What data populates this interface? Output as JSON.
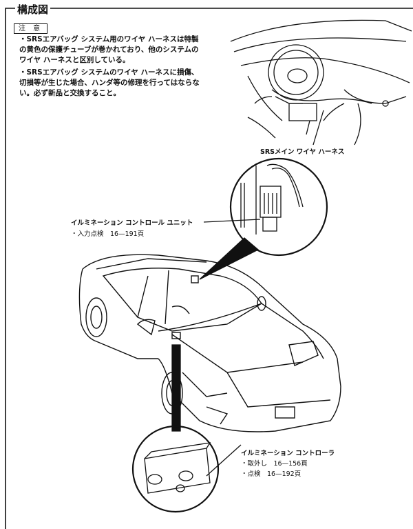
{
  "section_title": "構成図",
  "caution_label": "注 意",
  "notes": [
    "・SRSエアバッグ システム用のワイヤ ハーネスは特製の黄色の保護チューブが巻かれており、他のシステムのワイヤ ハーネスと区別している。",
    "・SRSエアバッグ システムのワイヤ ハーネスに損傷、切損等が生じた場合、ハンダ等の修理を行ってはならない。必ず新品と交換すること。"
  ],
  "callouts": {
    "harness": "SRSメイン ワイヤ ハーネス",
    "unit": {
      "name": "イルミネーション コントロール ユニット",
      "refs": [
        "・入力点検　16—191頁"
      ]
    },
    "controller": {
      "name": "イルミネーション コントローラ",
      "refs": [
        "・取外し　16—156頁",
        "・点検　16—192頁"
      ]
    }
  }
}
